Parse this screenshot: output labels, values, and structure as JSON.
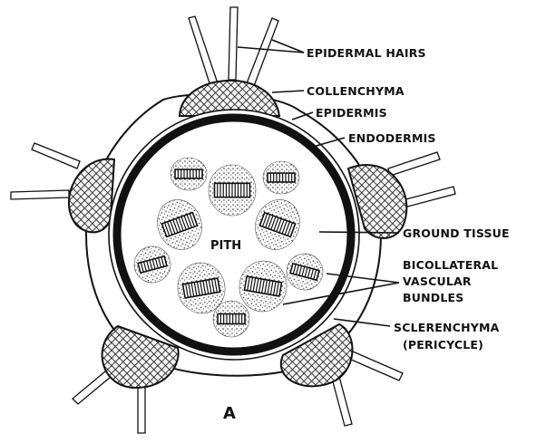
{
  "figure": {
    "figure_letter": "A",
    "center_label": "PITH",
    "labels": {
      "epidermal_hairs": "EPIDERMAL HAIRS",
      "collenchyma": "COLLENCHYMA",
      "epidermis": "EPIDERMIS",
      "endodermis": "ENDODERMIS",
      "ground_tissue": "GROUND TISSUE",
      "bicollateral_line1": "BICOLLATERAL",
      "bicollateral_line2": "VASCULAR",
      "bicollateral_line3": "BUNDLES",
      "sclerenchyma_line1": "SCLERENCHYMA",
      "sclerenchyma_line2": "(PERICYCLE)"
    }
  }
}
